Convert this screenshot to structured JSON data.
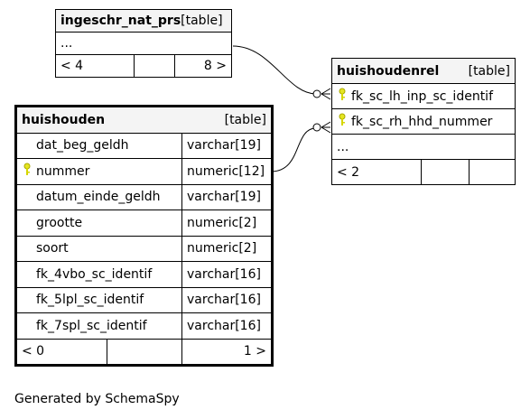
{
  "tables": {
    "ingeschr_nat_prs": {
      "name": "ingeschr_nat_prs",
      "type": "[table]",
      "ellipsis": "...",
      "nav_left": "< 4",
      "nav_right": "8 >"
    },
    "huishoudenrel": {
      "name": "huishoudenrel",
      "type": "[table]",
      "columns": [
        {
          "name": "fk_sc_lh_inp_sc_identif",
          "key": true
        },
        {
          "name": "fk_sc_rh_hhd_nummer",
          "key": true
        }
      ],
      "ellipsis": "...",
      "nav_left": "< 2"
    },
    "huishouden": {
      "name": "huishouden",
      "type": "[table]",
      "columns": [
        {
          "name": "dat_beg_geldh",
          "type": "varchar[19]",
          "key": false
        },
        {
          "name": "nummer",
          "type": "numeric[12]",
          "key": true
        },
        {
          "name": "datum_einde_geldh",
          "type": "varchar[19]",
          "key": false
        },
        {
          "name": "grootte",
          "type": "numeric[2]",
          "key": false
        },
        {
          "name": "soort",
          "type": "numeric[2]",
          "key": false
        },
        {
          "name": "fk_4vbo_sc_identif",
          "type": "varchar[16]",
          "key": false
        },
        {
          "name": "fk_5lpl_sc_identif",
          "type": "varchar[16]",
          "key": false
        },
        {
          "name": "fk_7spl_sc_identif",
          "type": "varchar[16]",
          "key": false
        }
      ],
      "nav_left": "< 0",
      "nav_right": "1 >"
    }
  },
  "icons": {
    "primary_key": "key-icon"
  },
  "colors": {
    "key": "#e5e522",
    "header_bg": "#f4f4f4"
  },
  "footer": "Generated by SchemaSpy"
}
